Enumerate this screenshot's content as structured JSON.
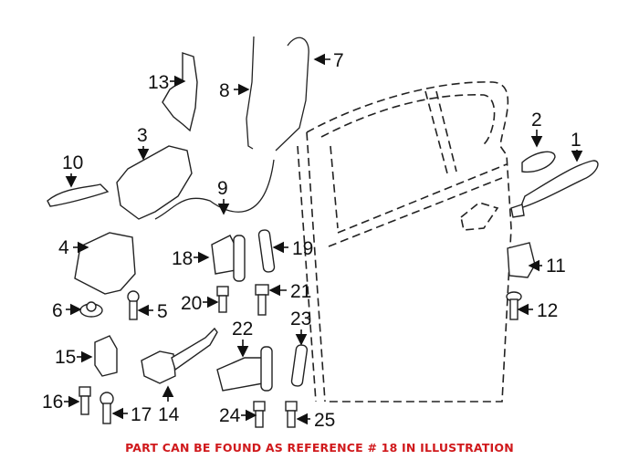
{
  "diagram": {
    "type": "parts-exploded-view",
    "callouts": [
      "1",
      "2",
      "3",
      "4",
      "5",
      "6",
      "7",
      "8",
      "9",
      "10",
      "11",
      "12",
      "13",
      "14",
      "15",
      "16",
      "17",
      "18",
      "19",
      "20",
      "21",
      "22",
      "23",
      "24",
      "25"
    ],
    "caption": "PART CAN BE FOUND AS REFERENCE # 18 IN ILLUSTRATION",
    "caption_color": "#d0191c",
    "highlighted_reference": "18"
  }
}
